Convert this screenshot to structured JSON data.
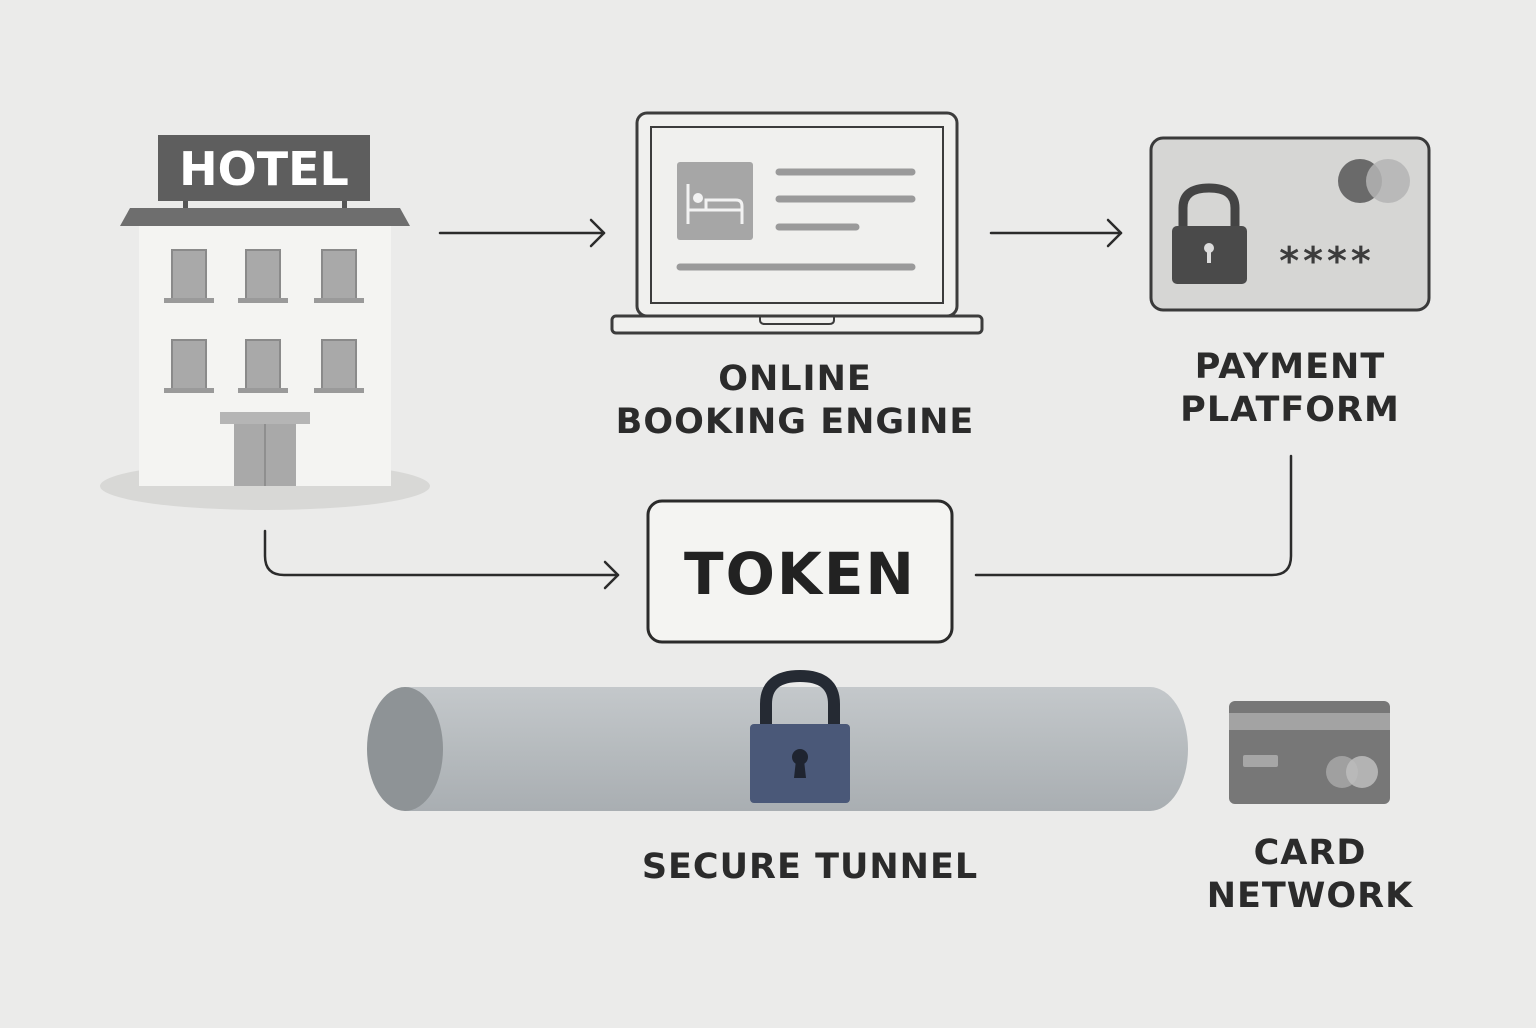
{
  "hotel": {
    "sign": "HOTEL"
  },
  "booking_engine": {
    "line1": "ONLINE",
    "line2": "BOOKING ENGINE"
  },
  "payment_platform": {
    "line1": "PAYMENT",
    "line2": "PLATFORM",
    "masked": "****"
  },
  "token": {
    "label": "TOKEN"
  },
  "secure_tunnel": {
    "label": "SECURE TUNNEL"
  },
  "card_network": {
    "line1": "CARD",
    "line2": "NETWORK"
  },
  "colors": {
    "background": "#ebebea",
    "stroke": "#2b2b2b",
    "padlock_blue": "#4a5878",
    "tunnel": "#b7bcbf"
  },
  "icons": [
    "hotel-building-icon",
    "laptop-icon",
    "bed-icon",
    "payment-card-icon",
    "padlock-icon",
    "card-network-icon"
  ]
}
